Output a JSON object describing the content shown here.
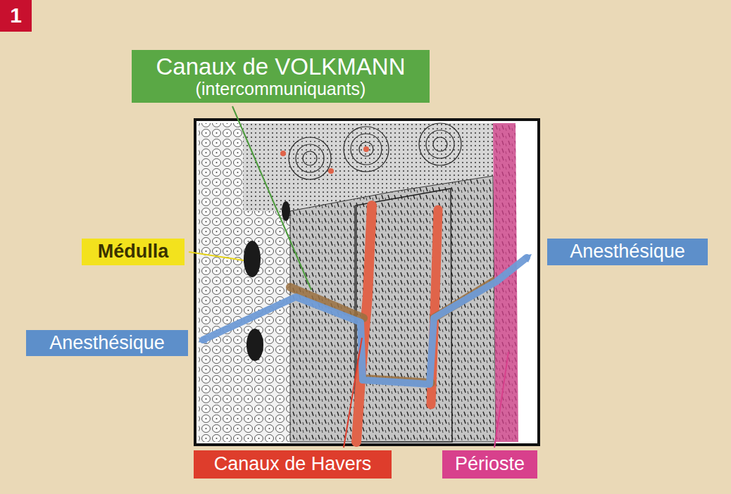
{
  "diagram": {
    "nodes": [
      {
        "text": [
          "1"
        ]
      },
      {
        "text": [
          "Canaux de VOLKMANN",
          "(intercommuniquants)"
        ]
      },
      {
        "text": [
          "Médulla"
        ]
      },
      {
        "text": [
          "Anesthésique"
        ]
      },
      {
        "text": [
          "Anesthésique"
        ]
      },
      {
        "text": [
          "Canaux de Havers"
        ]
      },
      {
        "text": [
          "Périoste"
        ]
      }
    ]
  }
}
